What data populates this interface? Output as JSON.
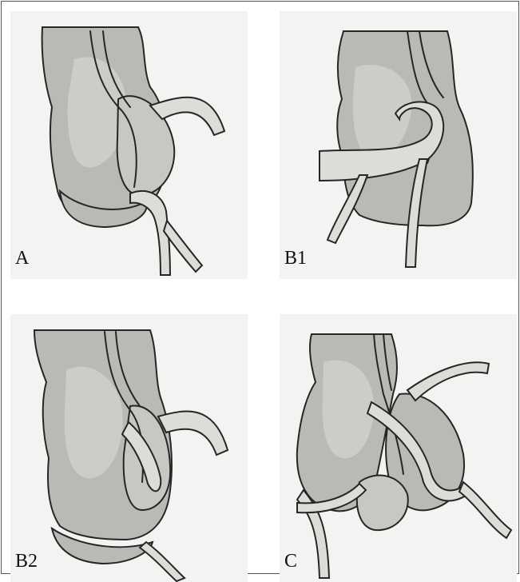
{
  "panels": {
    "a": {
      "label": "A"
    },
    "b1": {
      "label": "B1"
    },
    "b2": {
      "label": "B2"
    },
    "c": {
      "label": "C"
    }
  }
}
